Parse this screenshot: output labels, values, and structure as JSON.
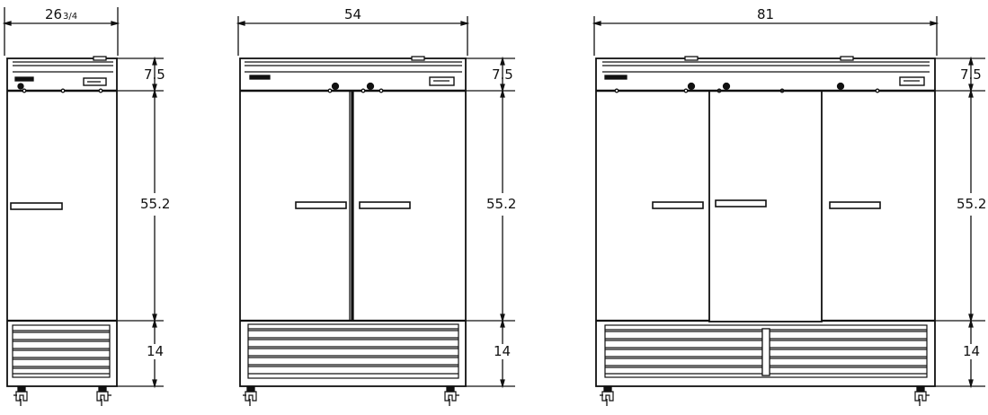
{
  "units": [
    {
      "name": "one-door-unit",
      "doors": 1,
      "width_label": "26",
      "width_fraction": "3/4",
      "top_label": "7.5",
      "middle_label": "55.2",
      "bottom_label": "14"
    },
    {
      "name": "two-door-unit",
      "doors": 2,
      "width_label": "54",
      "width_fraction": "",
      "top_label": "7.5",
      "middle_label": "55.2",
      "bottom_label": "14"
    },
    {
      "name": "three-door-unit",
      "doors": 3,
      "width_label": "81",
      "width_fraction": "",
      "top_label": "7.5",
      "middle_label": "55.2",
      "bottom_label": "14"
    }
  ],
  "colors": {
    "line": "#111111",
    "fill": "#ffffff"
  },
  "icons": [
    "brand-logo-icon",
    "control-display-icon",
    "caster-icon",
    "door-handle-icon"
  ]
}
